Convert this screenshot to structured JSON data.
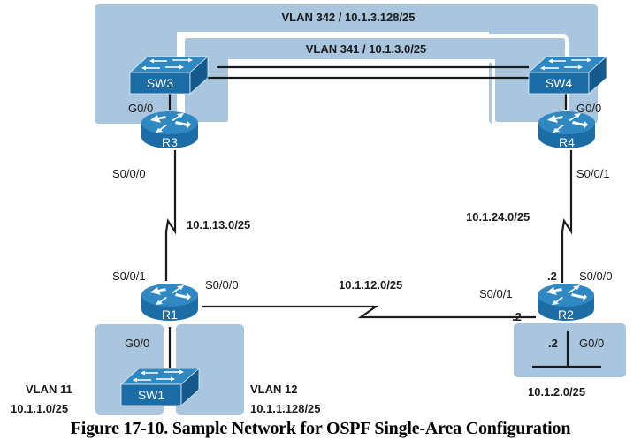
{
  "colors": {
    "vlan_area": "#a9c6de",
    "device_top": "#2f88c2",
    "device_side": "#1c6ca6",
    "device_dark": "#155a8c",
    "link": "#1a1a1a"
  },
  "subnets": {
    "vlan342": "VLAN 342 / 10.1.3.128/25",
    "vlan341": "VLAN 341 / 10.1.3.0/25",
    "r1_r3": "10.1.13.0/25",
    "r2_r4": "10.1.24.0/25",
    "r1_r2": "10.1.12.0/25",
    "r2_lan": "10.1.2.0/25",
    "vlan11_name": "VLAN 11",
    "vlan11_net": "10.1.1.0/25",
    "vlan12_name": "VLAN 12",
    "vlan12_net": "10.1.1.128/25"
  },
  "devices": {
    "sw3": "SW3",
    "sw4": "SW4",
    "sw1": "SW1",
    "r3": "R3",
    "r4": "R4",
    "r1": "R1",
    "r2": "R2"
  },
  "interfaces": {
    "sw3_g00": "G0/0",
    "sw4_g00": "G0/0",
    "r3_s000": "S0/0/0",
    "r4_s001": "S0/0/1",
    "r1_s001": "S0/0/1",
    "r1_s000": "S0/0/0",
    "r1_g00": "G0/0",
    "r2_s001": "S0/0/1",
    "r2_s000": "S0/0/0",
    "r2_g00": "G0/0"
  },
  "host_ids": {
    "r2_s000": ".2",
    "r2_s001": ".2",
    "r2_g00": ".2"
  },
  "caption": "Figure 17-10. Sample Network for OSPF Single-Area Configuration"
}
